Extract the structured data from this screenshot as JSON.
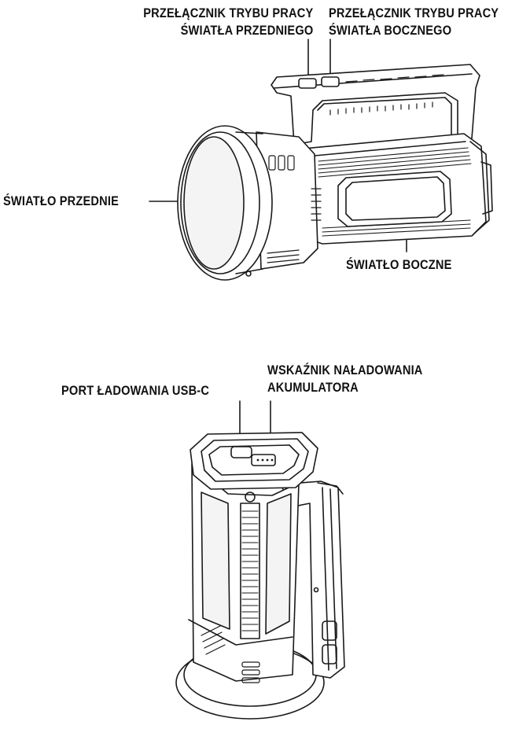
{
  "labels": {
    "front_switch": {
      "line1": "PRZEŁĄCZNIK TRYBU PRACY",
      "line2": "ŚWIATŁA PRZEDNIEGO"
    },
    "side_switch": {
      "line1": "PRZEŁĄCZNIK TRYBU PRACY",
      "line2": "ŚWIATŁA BOCZNEGO"
    },
    "front_light": "ŚWIATŁO PRZEDNIE",
    "side_light": "ŚWIATŁO BOCZNE",
    "usb_port": "PORT ŁADOWANIA USB-C",
    "charge_indicator": {
      "line1": "WSKAŹNIK NAŁADOWANIA",
      "line2": "AKUMULATORA"
    }
  },
  "colors": {
    "line": "#1a1a1a",
    "background": "#ffffff",
    "shade": "#e9e9e9"
  }
}
